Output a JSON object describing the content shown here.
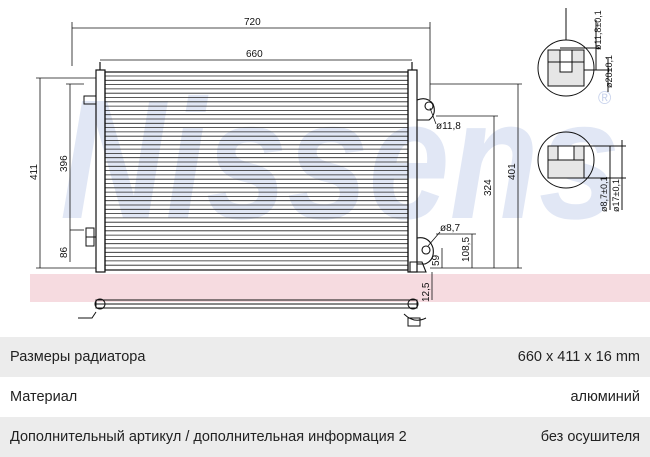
{
  "drawing": {
    "brand_watermark": "Nissens",
    "dimensions": {
      "overall_width": "720",
      "core_width": "660",
      "overall_height": "411",
      "core_height": "396",
      "bottom_bracket": "86",
      "outlet_height": "401",
      "inlet_height": "324",
      "lower_port": "108,5",
      "lower_offset": "59",
      "bottom_offset": "12,5",
      "inlet_diameter": "ø11,8",
      "outlet_diameter": "ø8,7"
    },
    "detail_top": {
      "diameter_outer": "ø11,8±0,1",
      "diameter_inner": "ø20±0,1"
    },
    "detail_bottom": {
      "diameter_outer": "ø8,7±0,1",
      "diameter_inner": "ø17±0,1"
    },
    "registered_mark": "®"
  },
  "specs": [
    {
      "label": "Размеры радиатора",
      "value": "660 x 411 x 16 mm"
    },
    {
      "label": "Материал",
      "value": "алюминий"
    },
    {
      "label": "Дополнительный артикул / дополнительная информация 2",
      "value": "без осушителя"
    }
  ]
}
